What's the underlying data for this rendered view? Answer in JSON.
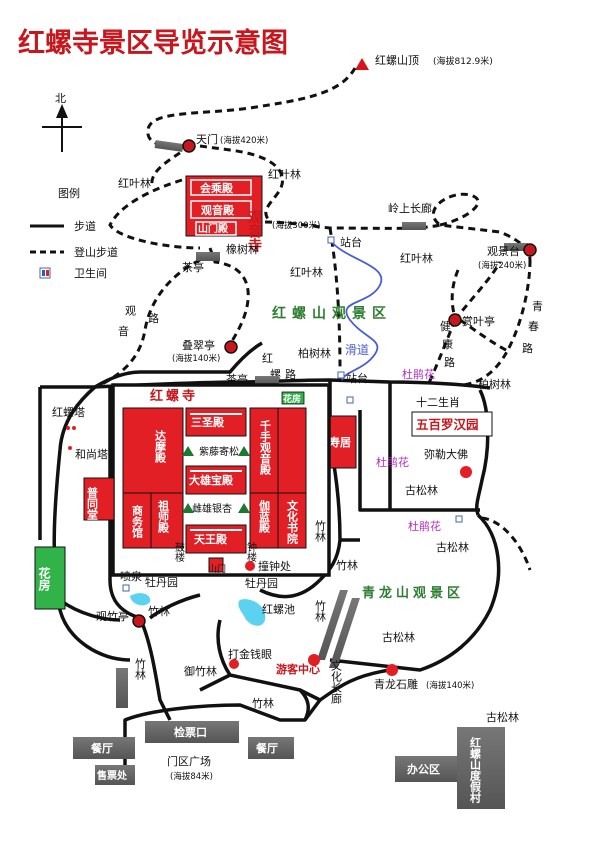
{
  "title": "红螺寺景区导览示意图",
  "north": "北",
  "legend": {
    "title": "图例",
    "walkway": "步道",
    "trail": "登山步道",
    "toilet": "卫生间"
  },
  "peaks": {
    "summit": "红螺山顶",
    "summit_alt": "(海拔812.9米)",
    "tianmen": "天门",
    "tianmen_alt": "(海拔420米)"
  },
  "guanyin": {
    "name": "观音寺",
    "alt": "(海拔300米)",
    "huisheng": "会乘殿",
    "guanyin_hall": "观音殿",
    "shanmen": "山门殿"
  },
  "forests": {
    "hongye1": "红叶林",
    "hongye2": "红叶林",
    "hongye3": "红叶林",
    "hongye4": "红叶林",
    "xiangshu": "橡树林",
    "baishu": "柏树林",
    "baishu2": "柏树林",
    "gusong1": "古松林",
    "gusong2": "古松林",
    "gusong3": "古松林",
    "gusong4": "古松林",
    "zhu1": "竹林",
    "zhu2": "竹林",
    "zhu3": "竹林",
    "zhu4": "竹林",
    "zhu5": "竹林",
    "zhu6": "竹林",
    "yuzhu": "御竹林"
  },
  "paths": {
    "guanyin_road": "观音路",
    "hongluo_road": "红螺路",
    "qingchun_road": "青春路",
    "jiankang_road": "健康路",
    "lingshang": "岭上长廊",
    "wenhua_corridor": "文化长廊"
  },
  "spots": {
    "chating1": "茶亭",
    "chating2": "茶亭",
    "zhantai1": "站台",
    "zhantai2": "站台",
    "diecui": "叠翠亭",
    "diecui_alt": "(海拔140米)",
    "guanjing": "观景台",
    "guanjing_alt": "(海拔240米)",
    "shangye": "赏叶亭",
    "huadao": "滑道",
    "shengxiao": "十二生肖",
    "dujuan1": "杜鹃花",
    "dujuan2": "杜鹃花",
    "dujuan3": "杜鹃花",
    "milefo": "弥勒大佛",
    "luohan": "五百罗汉园",
    "fushouju": "福寿居",
    "hongluota": "红螺塔",
    "heshangta": "和尚塔",
    "putongtang": "普同堂",
    "huafang1": "花房",
    "huafang2": "花房",
    "penquan": "喷泉",
    "guanzhu": "观竹亭",
    "mudan1": "牡丹园",
    "mudan2": "牡丹园",
    "hongluochi": "红螺池",
    "zhuangzhong": "撞钟处",
    "dajin": "打金钱眼",
    "youke": "游客中心",
    "shidiao": "青龙石雕",
    "shidiao_alt": "(海拔140米)",
    "jianpiao": "检票口",
    "menqu": "门区广场",
    "menqu_alt": "(海拔84米)",
    "canting1": "餐厅",
    "canting2": "餐厅",
    "shoupiao": "售票处",
    "bangong": "办公区",
    "dujiacun": "红螺山度假村"
  },
  "areas": {
    "hongluoshan": "红螺山观景区",
    "qinglongshan": "青龙山观景区"
  },
  "temple": {
    "name": "红螺寺",
    "sansheng": "三圣殿",
    "damo": "达摩殿",
    "ziteng": "紫藤寄松",
    "qianshou": "千手观音殿",
    "daxiong": "大雄宝殿",
    "zushi": "祖师殿",
    "shangwu": "商务馆",
    "yinxing": "雌雄银杏",
    "qielan": "伽蓝殿",
    "wenhua": "文化书院",
    "tianwang": "天王殿",
    "gulou": "鼓楼",
    "zhonglou": "钟楼",
    "shanmen": "山门"
  }
}
